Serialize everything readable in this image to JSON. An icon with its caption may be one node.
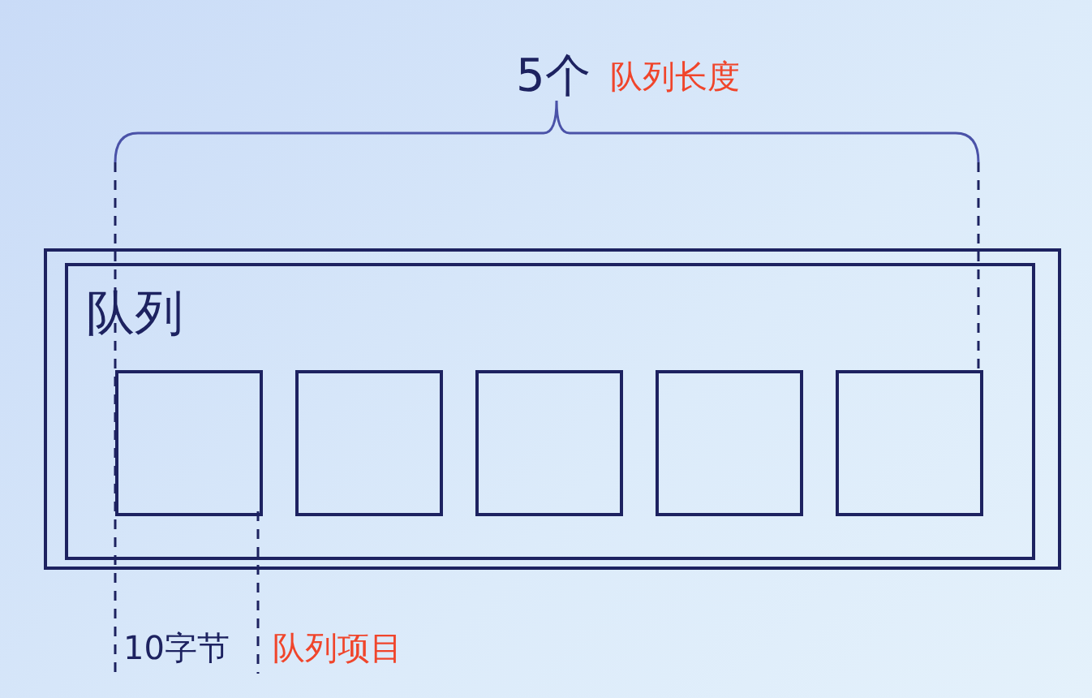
{
  "diagram": {
    "nodes": [
      {
        "text": [
          "队列"
        ]
      },
      {
        "text": [],
        "shape": "box",
        "in": 0
      },
      {
        "text": [],
        "shape": "box",
        "in": 0
      },
      {
        "text": [],
        "shape": "box",
        "in": 0
      },
      {
        "text": [],
        "shape": "box",
        "in": 0
      },
      {
        "text": [],
        "shape": "box",
        "in": 0
      }
    ],
    "labels": [
      "5个",
      "队列长度",
      "10字节",
      "队列项目"
    ]
  }
}
